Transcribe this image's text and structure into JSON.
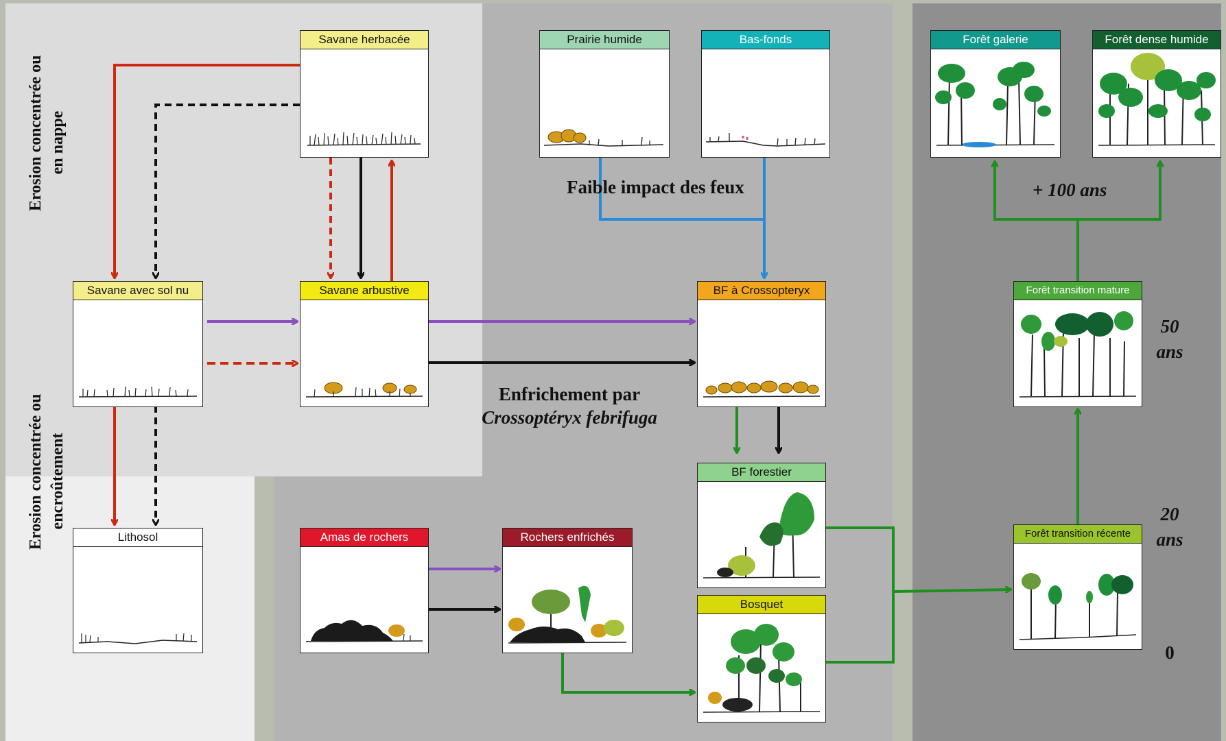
{
  "nodes": {
    "savane_herbacee": {
      "label": "Savane herbacée",
      "color": "#f4ee8a"
    },
    "savane_sol_nu": {
      "label": "Savane avec sol nu",
      "color": "#f4ee8a"
    },
    "savane_arbustive": {
      "label": "Savane arbustive",
      "color": "#f3ea12"
    },
    "lithosol": {
      "label": "Lithosol",
      "color": "#ffffff"
    },
    "prairie_humide": {
      "label": "Prairie humide",
      "color": "#9ed6b3"
    },
    "bas_fonds": {
      "label": "Bas-fonds",
      "color": "#13b2b9"
    },
    "bf_crossopteryx": {
      "label": "BF à Crossopteryx",
      "color": "#f2a61e"
    },
    "bf_forestier": {
      "label": "BF forestier",
      "color": "#8ed28e"
    },
    "bosquet": {
      "label": "Bosquet",
      "color": "#d8d90a"
    },
    "amas_rochers": {
      "label": "Amas de rochers",
      "color": "#e0162b"
    },
    "rochers_enfriches": {
      "label": "Rochers enfrichés",
      "color": "#9b1b2a"
    },
    "foret_galerie": {
      "label": "Forêt galerie",
      "color": "#12998e"
    },
    "foret_dense_humide": {
      "label": "Forêt dense humide",
      "color": "#12602f"
    },
    "foret_transition_mature": {
      "label": "Forêt transition mature",
      "color": "#4ca83a"
    },
    "foret_transition_recente": {
      "label": "Forêt transition récente",
      "color": "#9ac42c"
    }
  },
  "labels": {
    "erosion_nappe": [
      "Erosion concentrée ou",
      "en nappe"
    ],
    "erosion_encroutement": [
      "Erosion concentrée ou",
      "encroûtement"
    ],
    "faible_impact": "Faible impact des feux",
    "enfrichement_line1": "Enfrichement par",
    "enfrichement_line2": "Crossoptéryx febrifuga",
    "cent_ans": "+ 100 ans"
  },
  "timeline": {
    "t50a": "50",
    "t50b": "ans",
    "t20a": "20",
    "t20b": "ans",
    "t0": "0"
  },
  "arrow_colors": {
    "red": "#cc2a10",
    "black": "#111111",
    "purple": "#8a4fc0",
    "blue": "#2b8ad6",
    "green": "#1f8f1f"
  }
}
